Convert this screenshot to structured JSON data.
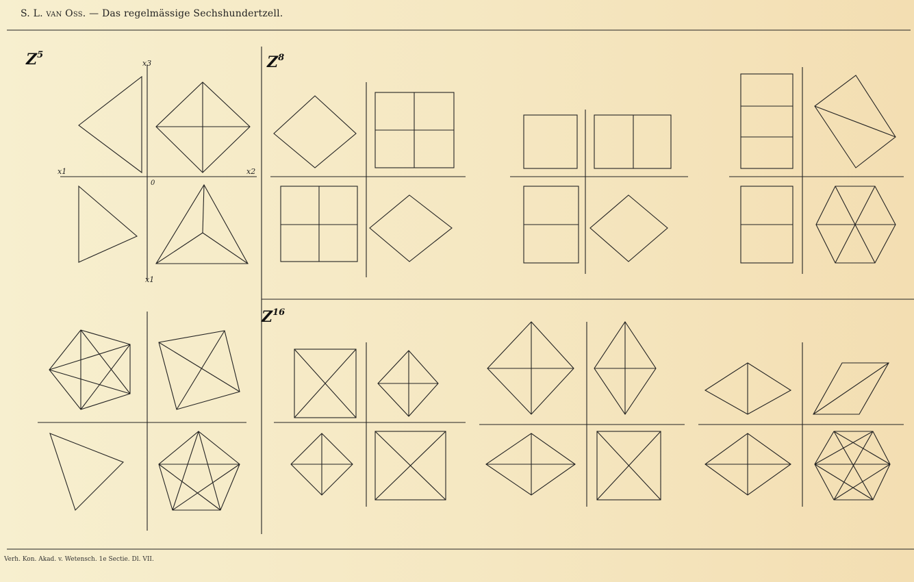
{
  "header": {
    "author": "S. L.",
    "author_sc": "van Oss.",
    "title": "— Das regelmässige Sechshundertzell."
  },
  "footer": {
    "text": "Verh. Kon. Akad. v. Wetensch. 1e Sectie. Dl. VII."
  },
  "sections": {
    "z5": {
      "base": "Z",
      "exp": "5"
    },
    "z8": {
      "base": "Z",
      "exp": "8"
    },
    "z16": {
      "base": "Z",
      "exp": "16"
    }
  },
  "axes": {
    "x3": "x3",
    "x1": "x1",
    "x2": "x2",
    "x1b": "x1",
    "origin": "0"
  },
  "colors": {
    "paper": "#f6eccb",
    "ink": "#222222"
  }
}
